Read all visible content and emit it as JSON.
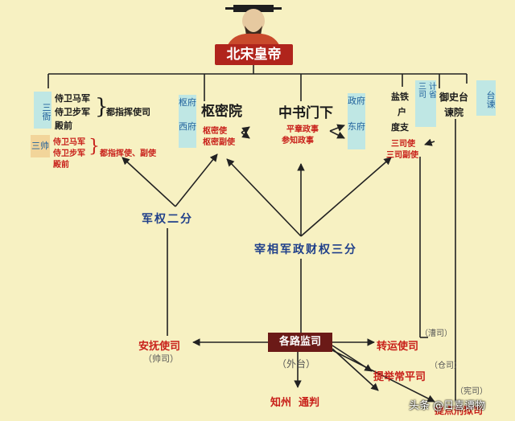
{
  "emperor": "北宋皇帝",
  "top_left": {
    "sanya": "三衙",
    "line1": "侍卫马军",
    "line2": "侍卫步军",
    "line3": "殿前",
    "suffix": "都指挥使司",
    "sanshuai": "三帅",
    "red1": "侍卫马军",
    "red2": "侍卫步军",
    "red3": "殿前",
    "red_suffix": "都指挥使、副使"
  },
  "shumi": {
    "side1": "枢府",
    "side2": "西府",
    "title": "枢密院",
    "red1": "枢密使",
    "red2": "枢密副使"
  },
  "zhongshu": {
    "title": "中书门下",
    "red1": "平章政事",
    "red2": "参知政事",
    "side1": "政府",
    "side2": "东府"
  },
  "sansi": {
    "item1": "盐铁",
    "item2": "户",
    "item3": "度支",
    "side1": "三司",
    "side2": "计省",
    "red1": "三司使",
    "red2": "三司副使"
  },
  "yushi": {
    "title": "御史台",
    "sub": "谏院",
    "side": "台谏"
  },
  "labels": {
    "military": "军权二分",
    "three_powers": "宰相军政财权三分"
  },
  "lower": {
    "anfu": "安抚使司",
    "anfu_sub": "（帅司）",
    "center": "各路监司",
    "center_sub": "（外台）",
    "zhuanyun": "转运使司",
    "zhuanyun_tag": "（漕司）",
    "tiju": "提举常平司",
    "tiju_tag": "（仓司）",
    "xian_tag": "（宪司）",
    "bottom": "知州  通判",
    "bottom_right": "提点刑狱司"
  },
  "watermark": "头条 @日喜谭物"
}
